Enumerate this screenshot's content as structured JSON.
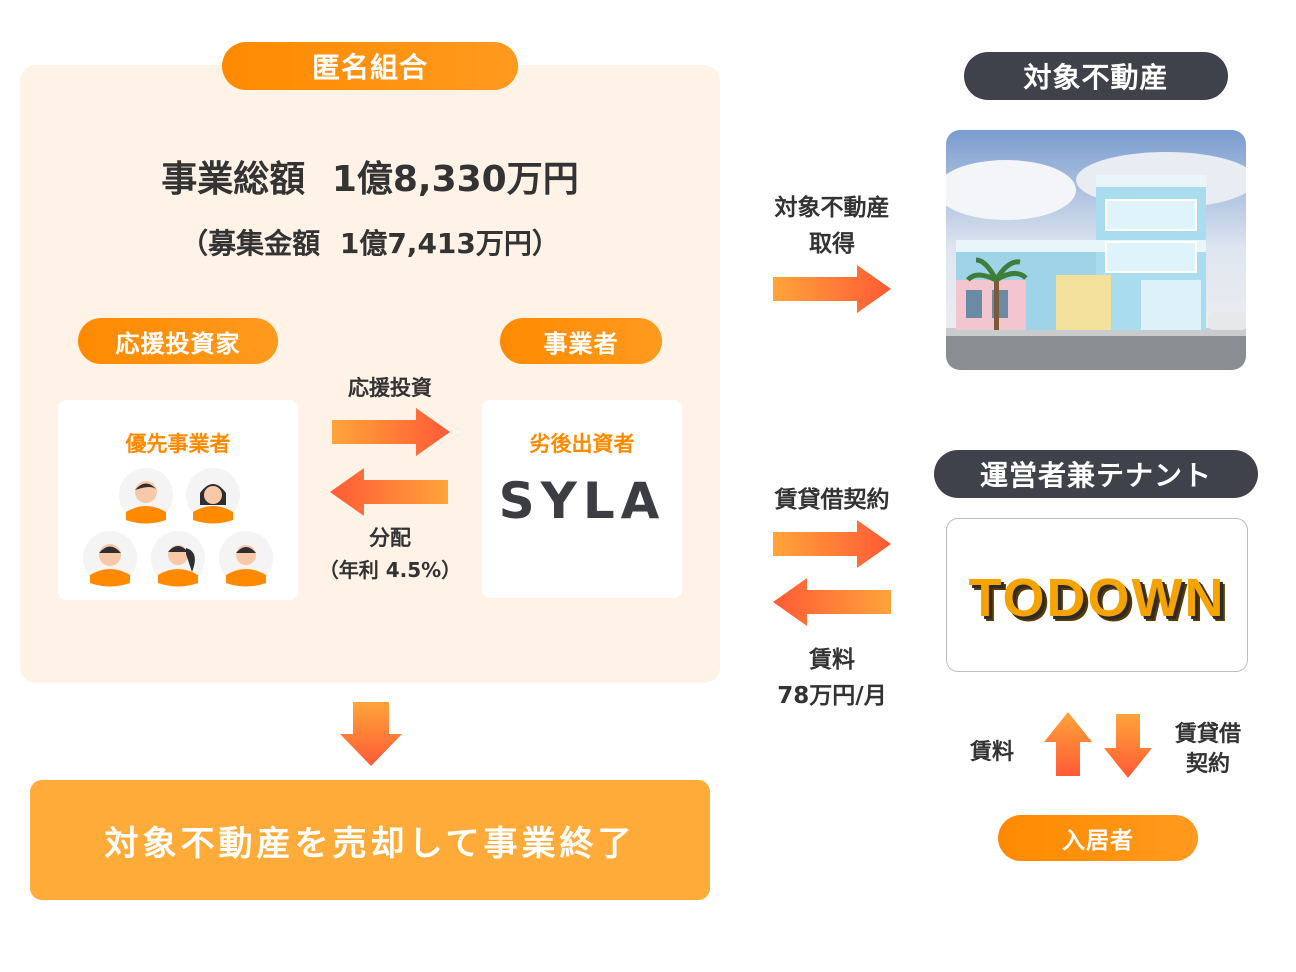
{
  "anonymous_partnership": {
    "title": "匿名組合",
    "total_label": "事業総額",
    "total_value": "1億8,330万円",
    "raise_label": "（募集金額",
    "raise_value": "1億7,413万円）",
    "investor_tag": "応援投資家",
    "operator_tag": "事業者",
    "investor_card_label": "優先事業者",
    "operator_card_label": "劣後出資者",
    "operator_logo": "SYLA",
    "flow_invest": "応援投資",
    "flow_dividend": "分配",
    "flow_dividend_rate": "（年利 4.5%）"
  },
  "exit_box": "対象不動産を売却して事業終了",
  "property": {
    "title": "対象不動産",
    "acquire_line1": "対象不動産",
    "acquire_line2": "取得"
  },
  "tenant": {
    "title": "運営者兼テナント",
    "lease_label": "賃貸借契約",
    "rent_label": "賃料",
    "rent_value": "78万円/月",
    "logo_text": "TODOWN"
  },
  "resident": {
    "rent_label": "賃料",
    "lease_line1": "賃貸借",
    "lease_line2": "契約",
    "tag": "入居者"
  },
  "colors": {
    "orange": "#ff8a00",
    "panel": "#fef3e6",
    "dark": "#3f424a",
    "arrow_start": "#ffa43a",
    "arrow_end": "#ff5a36"
  }
}
